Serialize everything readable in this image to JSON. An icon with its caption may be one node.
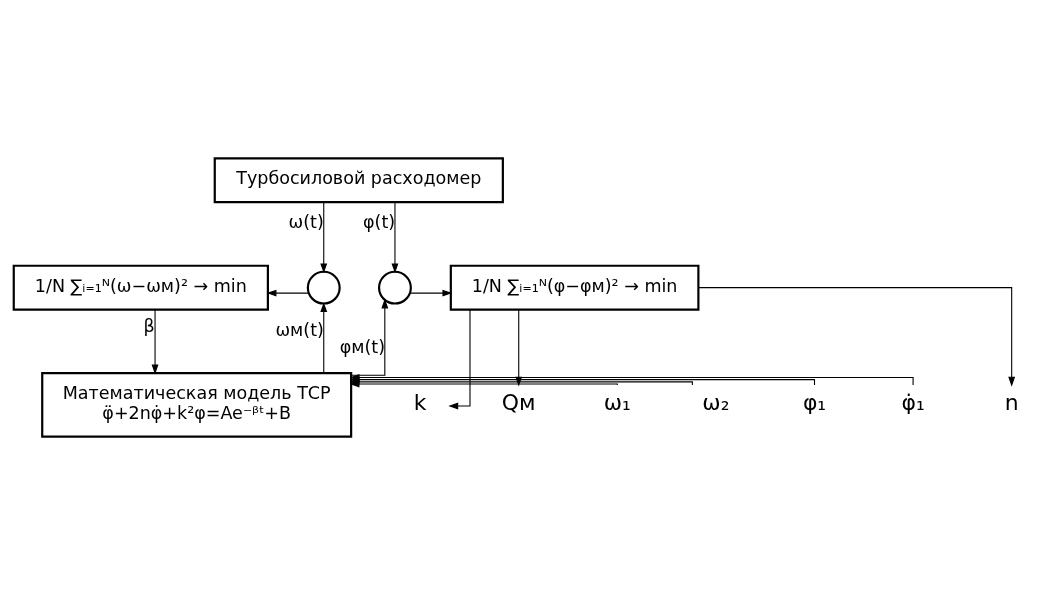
{
  "diagram": {
    "nodes": [
      {
        "text": [
          "Турбосиловой расходомер"
        ]
      },
      {
        "text": [
          "1/N ∑ᵢ₌₁ᴺ(ω−ωм)² → min"
        ]
      },
      {
        "text": [],
        "shape": "circle"
      },
      {
        "text": [],
        "shape": "circle"
      },
      {
        "text": [
          "1/N ∑ᵢ₌₁ᴺ(φ−φм)² → min"
        ]
      },
      {
        "text": [
          "Математическая модель ТСР",
          "φ̈+2nφ̇+k²φ=Ae⁻ᵝᵗ+B"
        ]
      },
      {
        "text": [
          "Qм"
        ]
      },
      {
        "text": [
          "n"
        ]
      },
      {
        "text": [
          "k"
        ]
      },
      {
        "text": [
          "ω₁"
        ]
      },
      {
        "text": [
          "ω₂"
        ]
      },
      {
        "text": [
          "φ₁"
        ]
      },
      {
        "text": [
          "φ̇₁"
        ]
      }
    ],
    "edges": [
      {
        "from": 0,
        "to": 2,
        "arrow": "to",
        "label": "ω(t)"
      },
      {
        "from": 0,
        "to": 3,
        "arrow": "to",
        "label": "φ(t)"
      },
      {
        "from": 2,
        "to": 1,
        "arrow": "to"
      },
      {
        "from": 3,
        "to": 4,
        "arrow": "to"
      },
      {
        "from": 5,
        "to": 2,
        "arrow": "to",
        "label": "ωм(t)"
      },
      {
        "from": 5,
        "to": 3,
        "arrow": "to",
        "label": "φм(t)"
      },
      {
        "from": 1,
        "to": 5,
        "arrow": "to",
        "label": "β"
      },
      {
        "from": 4,
        "to": 6,
        "arrow": "to"
      },
      {
        "from": 4,
        "to": 7,
        "arrow": "to"
      },
      {
        "from": 4,
        "to": 8,
        "arrow": "to"
      },
      {
        "from": 9,
        "to": 5,
        "arrow": "to"
      },
      {
        "from": 10,
        "to": 5,
        "arrow": "to"
      },
      {
        "from": 11,
        "to": 5,
        "arrow": "to"
      },
      {
        "from": 12,
        "to": 5,
        "arrow": "to"
      }
    ]
  }
}
